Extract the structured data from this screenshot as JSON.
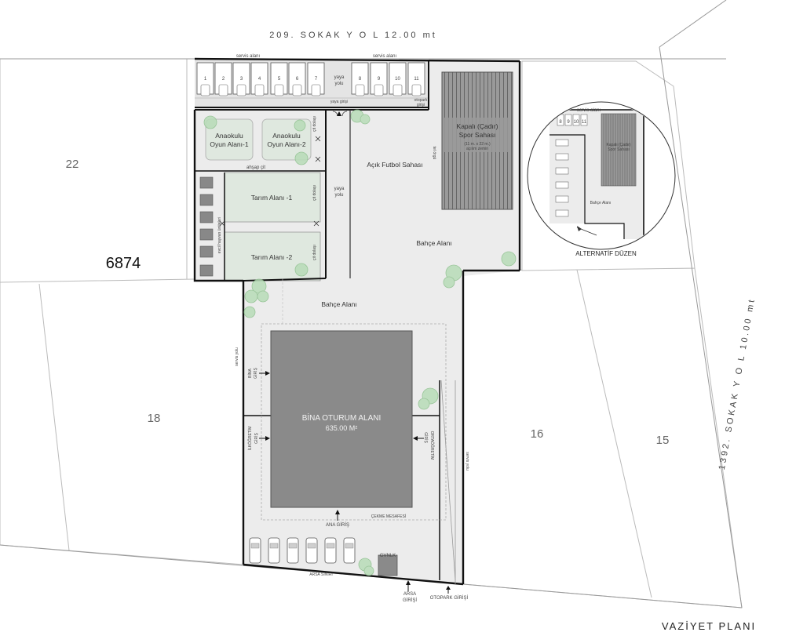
{
  "title": "VAZİYET PLANI",
  "streets": {
    "north": "209. SOKAK Y O L  12.00 mt",
    "east": "1392. SOKAK Y O L 10.00 mt"
  },
  "parcels": {
    "p22": "22",
    "p18": "18",
    "p16": "16",
    "p15": "15",
    "parcel_id": "6874"
  },
  "parking": {
    "service_area": "servis alanı",
    "spots_top": [
      "1",
      "2",
      "3",
      "4",
      "5",
      "6",
      "7",
      "8",
      "9",
      "10",
      "11"
    ],
    "pedestrian_road": [
      "yaya",
      "yolu"
    ],
    "pedestrian_entry": "yaya girişi",
    "electric_label": [
      "otopark",
      "girişi"
    ]
  },
  "zones": {
    "kinder1": [
      "Anaokulu",
      "Oyun Alanı-1"
    ],
    "kinder2": [
      "Anaokulu",
      "Oyun Alanı-2"
    ],
    "wood_fence": "ahşap çit",
    "farm1": "Tarım Alanı -1",
    "farm2": "Tarım Alanı -2",
    "pet_units": "evcil hayvan üniteleri",
    "fence_gate": "çit dolaşı",
    "football": "Açık Futbol Sahası",
    "sports_hall": [
      "Kapalı (Çadır)",
      "Spor Sahası"
    ],
    "sports_dims": [
      "(11 m. x 22 m.)",
      "açılım zemin"
    ],
    "wire_fence": "tel örgü",
    "garden1": "Bahçe Alanı",
    "garden2": "Bahçe Alanı"
  },
  "building": {
    "label": "BİNA OTURUM ALANI",
    "area": "635.00 M²",
    "entry_bina": [
      "BİNA",
      "GİRİŞ"
    ],
    "entry_primary": [
      "İLKÖĞRETİM",
      "GİRİŞ"
    ],
    "entry_secondary": [
      "ORTAÖĞRETİM",
      "GİRİŞ"
    ],
    "main_entry": "ANA GİRİŞ",
    "setback": "ÇEKME MESAFESİ",
    "service_road_w": "servis yolu",
    "service_road_e": "servis yolu"
  },
  "site": {
    "guard": "GVNLK",
    "lot_boundary": "ARSA SINIRI",
    "lot_entry": [
      "ARSA",
      "GİRİŞİ"
    ],
    "parking_entry": "OTOPARK GİRİŞİ"
  },
  "alternative": {
    "label": "ALTERNATİF DÜZEN",
    "service": "servis alanı",
    "hall": [
      "Kapalı (Çadır)",
      "Spor Sahası"
    ],
    "garden": "Bahçe Alanı",
    "spots": [
      "8",
      "9",
      "10",
      "11"
    ]
  },
  "colors": {
    "plot_fill": "#ededed",
    "building": "#8a8a8a",
    "green": "#dfe8df",
    "tree": "#b8dcb8",
    "hatch": "#7a7a7a"
  }
}
